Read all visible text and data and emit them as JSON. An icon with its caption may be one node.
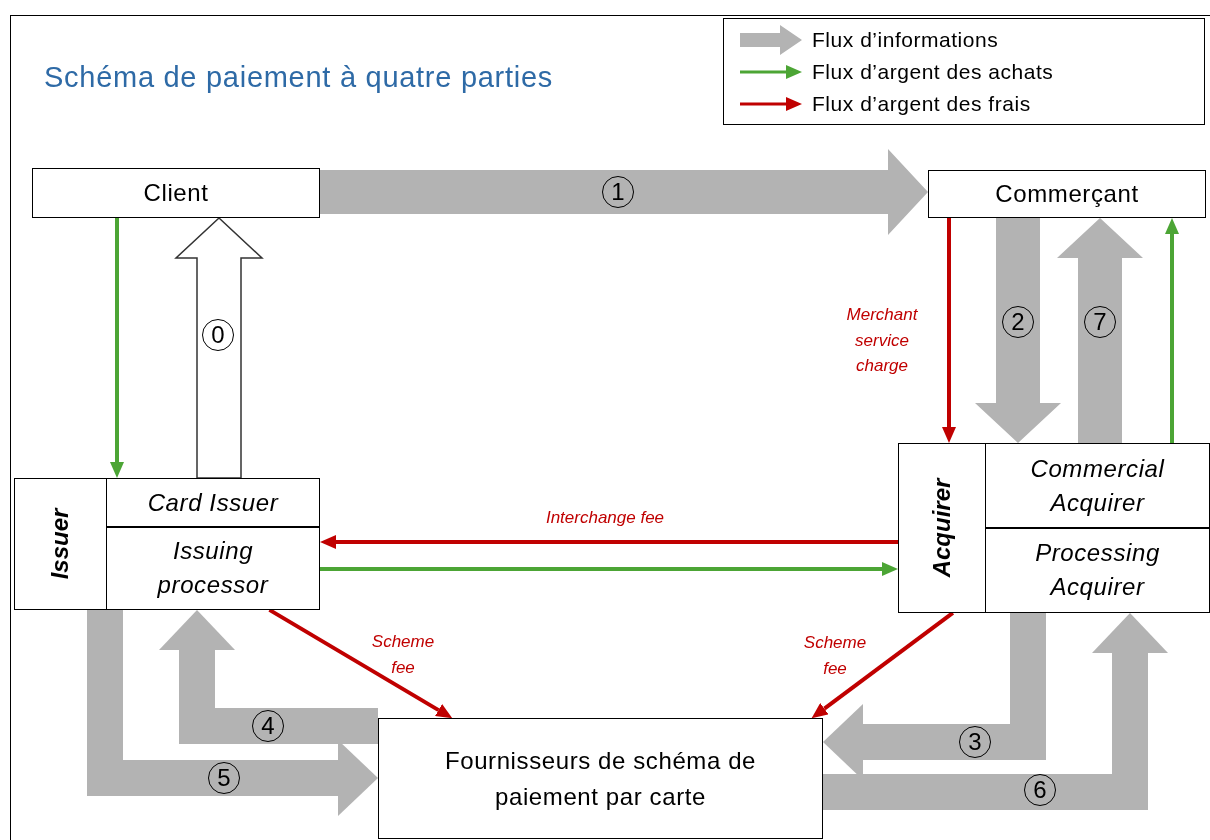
{
  "diagram": {
    "title": "Schéma de paiement à quatre parties",
    "nodes": [
      {
        "text": [
          "Client"
        ]
      },
      {
        "text": [
          "Commerçant"
        ]
      },
      {
        "text": [
          "Issuer"
        ]
      },
      {
        "text": [
          "Card Issuer"
        ],
        "in": 2
      },
      {
        "text": [
          "Issuing processor"
        ],
        "in": 2
      },
      {
        "text": [
          "Acquirer"
        ]
      },
      {
        "text": [
          "Commercial Acquirer"
        ],
        "in": 5
      },
      {
        "text": [
          "Processing Acquirer"
        ],
        "in": 5
      },
      {
        "text": [
          "Fournisseurs de schéma de paiement par carte"
        ]
      }
    ],
    "edges": [
      {
        "from": 0,
        "to": 1,
        "arrow": "to",
        "label": "1",
        "style": "thick",
        "color": "#b3b3b3"
      },
      {
        "from": 0,
        "to": 2,
        "arrow": "to",
        "color": "#4ca535"
      },
      {
        "from": 2,
        "to": 0,
        "arrow": "to",
        "label": "0",
        "style": "thick",
        "color": "#ffffff"
      },
      {
        "from": 1,
        "to": 5,
        "arrow": "to",
        "label": "Merchant service charge",
        "color": "#c00000"
      },
      {
        "from": 1,
        "to": 5,
        "arrow": "to",
        "label": "2",
        "style": "thick",
        "color": "#b3b3b3"
      },
      {
        "from": 5,
        "to": 1,
        "arrow": "to",
        "label": "7",
        "style": "thick",
        "color": "#b3b3b3"
      },
      {
        "from": 5,
        "to": 1,
        "arrow": "to",
        "color": "#4ca535"
      },
      {
        "from": 5,
        "to": 2,
        "arrow": "to",
        "label": "Interchange fee",
        "color": "#c00000"
      },
      {
        "from": 2,
        "to": 5,
        "arrow": "to",
        "color": "#4ca535"
      },
      {
        "from": 2,
        "to": 8,
        "arrow": "to",
        "label": "Scheme fee",
        "color": "#c00000"
      },
      {
        "from": 5,
        "to": 8,
        "arrow": "to",
        "label": "Scheme fee",
        "color": "#c00000"
      },
      {
        "from": 8,
        "to": 2,
        "arrow": "to",
        "label": "4",
        "style": "thick",
        "color": "#b3b3b3"
      },
      {
        "from": 2,
        "to": 8,
        "arrow": "to",
        "label": "5",
        "style": "thick",
        "color": "#b3b3b3"
      },
      {
        "from": 5,
        "to": 8,
        "arrow": "to",
        "label": "3",
        "style": "thick",
        "color": "#b3b3b3"
      },
      {
        "from": 8,
        "to": 5,
        "arrow": "to",
        "label": "6",
        "style": "thick",
        "color": "#b3b3b3"
      }
    ],
    "legend": [
      {
        "text": "Flux d’informations",
        "color": "#b3b3b3"
      },
      {
        "text": "Flux d’argent des achats",
        "color": "#4ca535"
      },
      {
        "text": "Flux d’argent des frais",
        "color": "#c00000"
      }
    ]
  }
}
